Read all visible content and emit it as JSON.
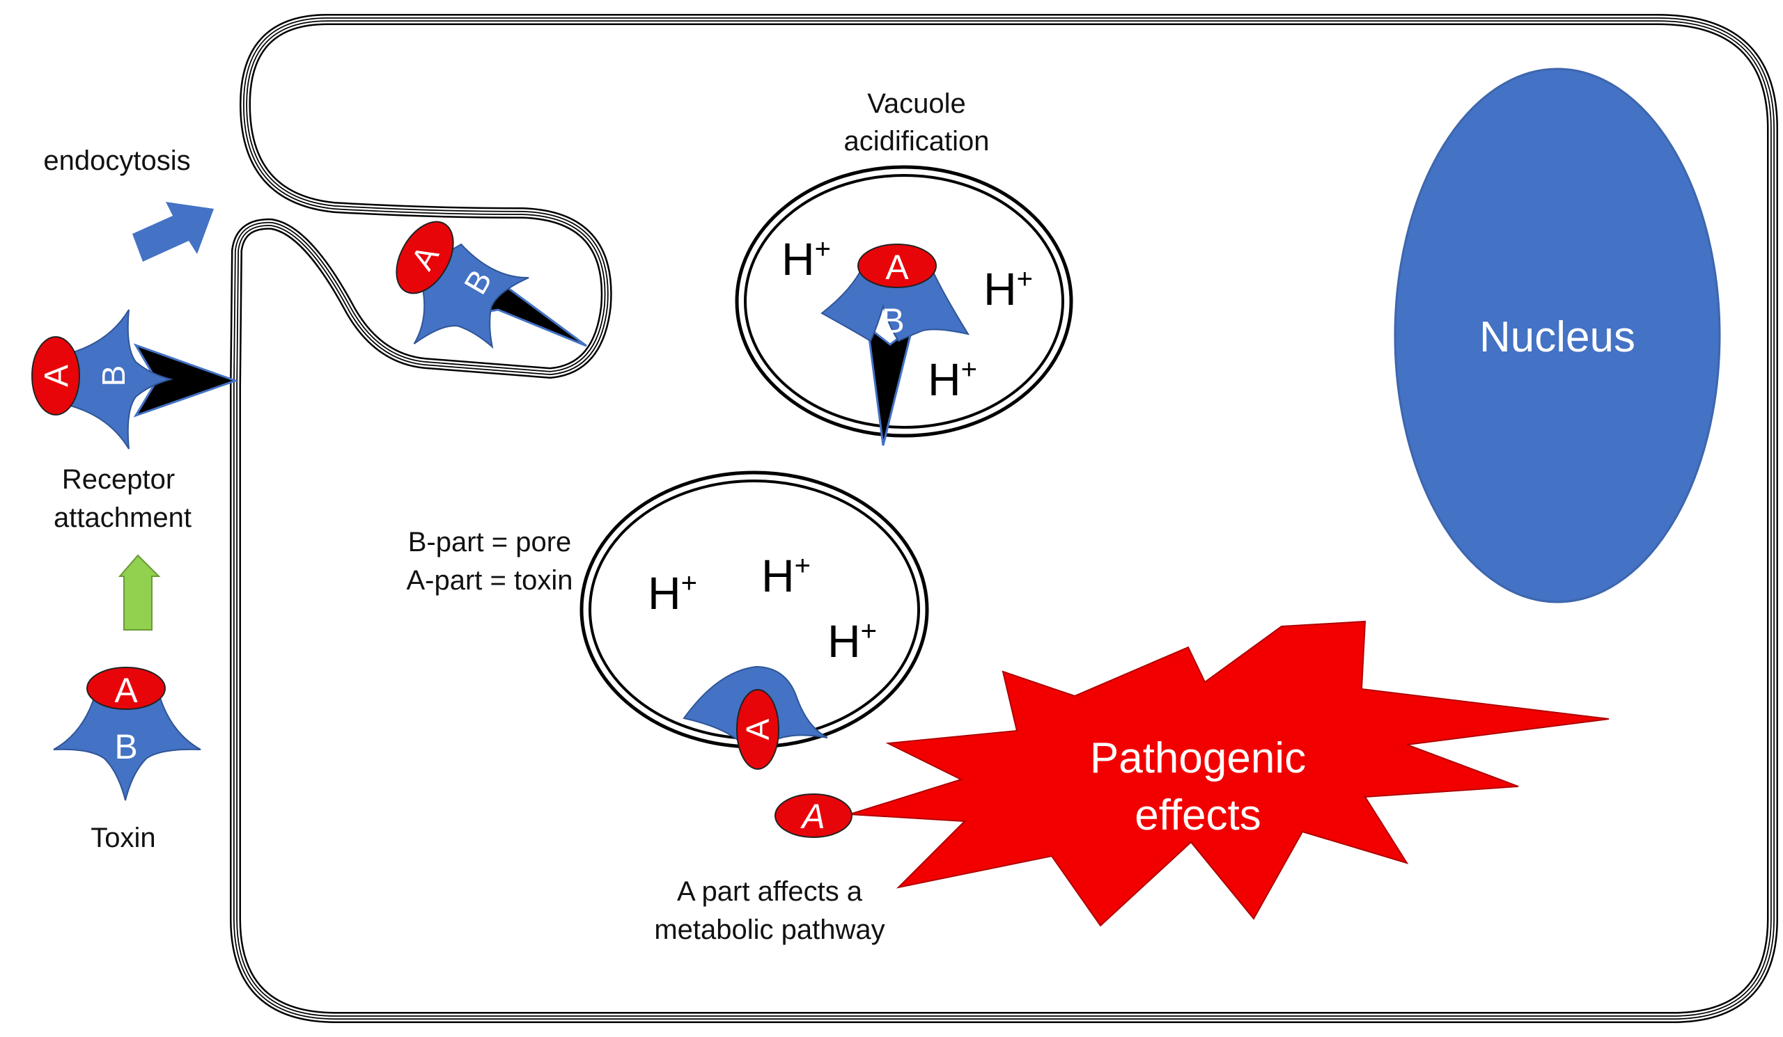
{
  "labels": {
    "endocytosis": "endocytosis",
    "receptor_line1": "Receptor",
    "receptor_line2": "attachment",
    "toxin": "Toxin",
    "vacuole_line1": "Vacuole",
    "vacuole_line2": "acidification",
    "bpart": "B-part = pore",
    "apart": "A-part = toxin",
    "nucleus": "Nucleus",
    "pathogenic_line1": "Pathogenic",
    "pathogenic_line2": "effects",
    "apart_affects_line1": "A part affects a",
    "apart_affects_line2": "metabolic pathway"
  },
  "subunits": {
    "a": "A",
    "b": "B"
  },
  "proton": {
    "base": "H",
    "charge": "+"
  },
  "colors": {
    "toxin_a": "#e8050a",
    "toxin_b": "#4472c4",
    "nucleus": "#4472c4",
    "receptor": "#000000",
    "burst": "#f20000",
    "arrow_blue": "#4472c4",
    "arrow_green": "#92d050",
    "membrane": "#000000"
  }
}
